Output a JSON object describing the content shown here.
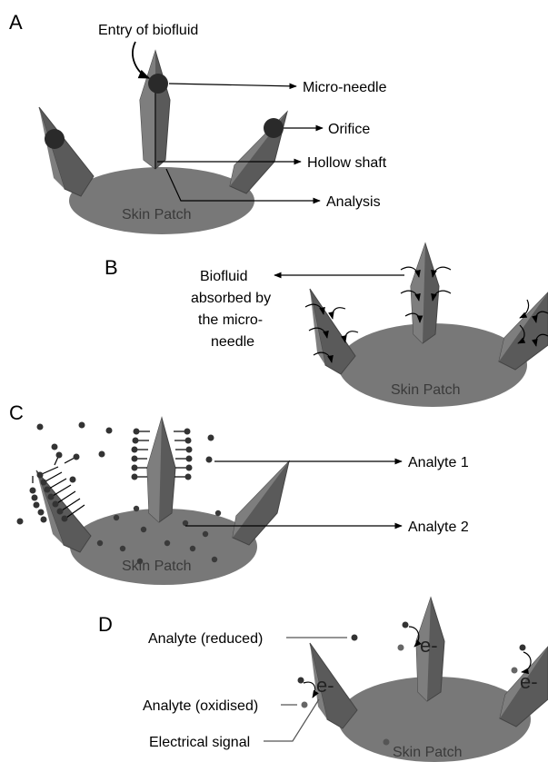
{
  "colors": {
    "patch": "#787878",
    "needle_dark": "#5a5a5a",
    "needle_light": "#7e7e7e",
    "needle_edge": "#444444",
    "dot": "#333333",
    "dot_grey": "#6a6a6a"
  },
  "panels": {
    "a": {
      "letter": "A",
      "patch_label": "Skin Patch",
      "entry": "Entry of biofluid",
      "microneedle": "Micro-needle",
      "orifice": "Orifice",
      "hollow_shaft": "Hollow shaft",
      "analysis": "Analysis"
    },
    "b": {
      "letter": "B",
      "patch_label": "Skin Patch",
      "biofluid_lines": [
        "Biofluid",
        "absorbed by",
        "the micro-",
        "needle"
      ]
    },
    "c": {
      "letter": "C",
      "patch_label": "Skin Patch",
      "analyte1": "Analyte 1",
      "analyte2": "Analyte 2"
    },
    "d": {
      "letter": "D",
      "patch_label": "Skin Patch",
      "reduced": "Analyte (reduced)",
      "oxidised": "Analyte (oxidised)",
      "signal": "Electrical signal",
      "electron": "e-"
    }
  }
}
